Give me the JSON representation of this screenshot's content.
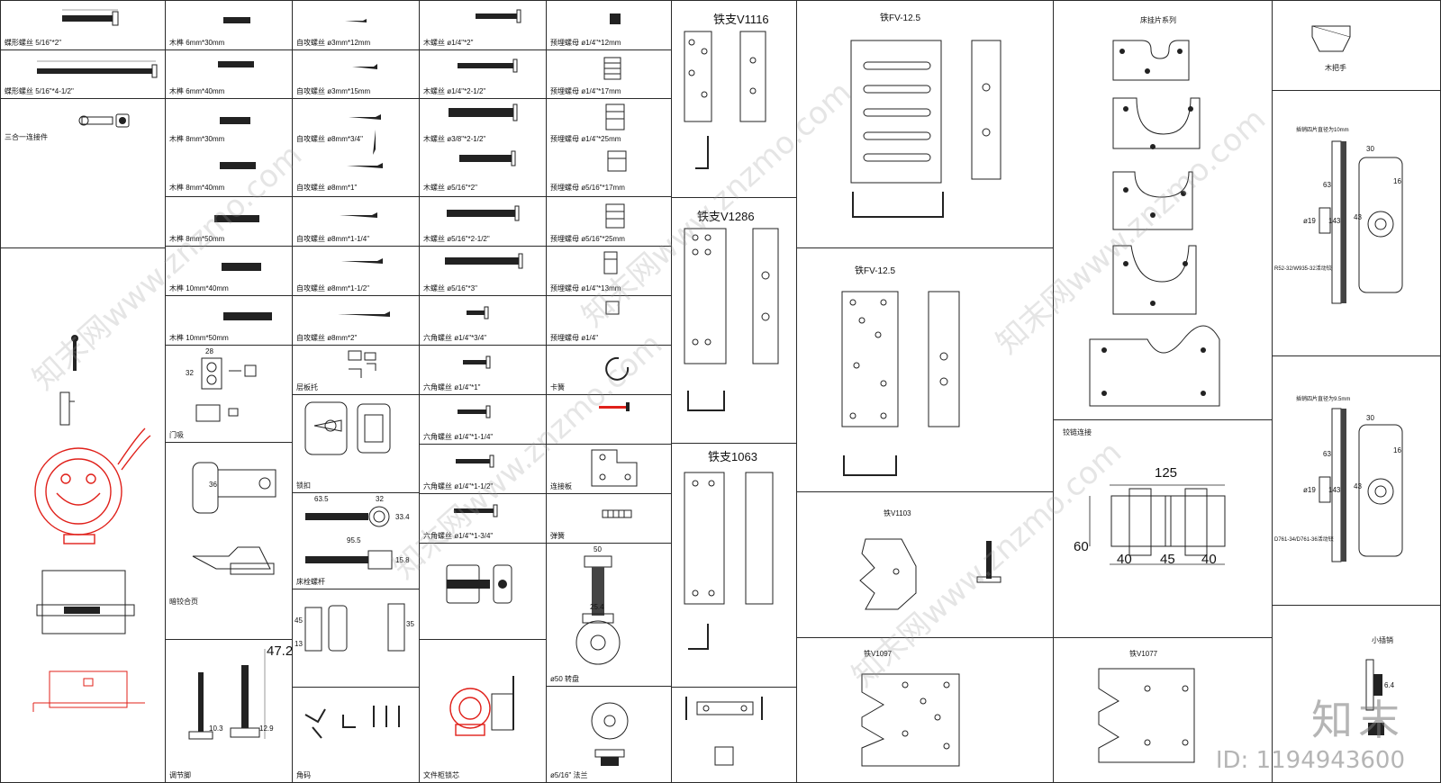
{
  "col1": {
    "screw_a": "蝶形螺丝 5/16\"*2\"",
    "screw_b": "蝶形螺丝 5/16\"*4-1/2\"",
    "connector": "三合一连接件"
  },
  "col2": {
    "dowels": [
      "木榫 6mm*30mm",
      "木榫 6mm*40mm",
      "木榫 8mm*30mm",
      "木榫 8mm*40mm",
      "木榫 8mm*50mm",
      "木榫 10mm*40mm",
      "木榫 10mm*50mm"
    ],
    "catch_label": "门吸",
    "catch_w": "28",
    "catch_h": "32",
    "hinge_a": "36",
    "hinge_label": "暗铰合页",
    "foot_dim": "47.2",
    "foot_h1": "10.3",
    "foot_h2": "12.9",
    "foot_label": "调节脚"
  },
  "col3": {
    "screws": [
      "自攻螺丝 ø3mm*12mm",
      "自攻螺丝 ø3mm*15mm",
      "自攻螺丝 ø8mm*3/4\"",
      "自攻螺丝 ø8mm*1\"",
      "自攻螺丝 ø8mm*1-1/4\"",
      "自攻螺丝 ø8mm*1-1/2\"",
      "自攻螺丝 ø8mm*2\""
    ],
    "hook_label": "层板托",
    "latch_label": "锁扣",
    "bolt_d1": "63.5",
    "bolt_d2": "32",
    "bolt_d3": "33.4",
    "bolt_d4": "95.5",
    "bolt_d5": "15.8",
    "bolt_label": "床栓螺杆",
    "clip_d1": "45",
    "clip_d2": "13",
    "clip_d3": "35",
    "bracket_label": "角码"
  },
  "col4": {
    "screws": [
      "木螺丝 ø1/4\"*2\"",
      "木螺丝 ø1/4\"*2-1/2\"",
      "木螺丝 ø3/8\"*2-1/2\"",
      "木螺丝 ø5/16\"*2\"",
      "木螺丝 ø5/16\"*2-1/2\"",
      "木螺丝 ø5/16\"*3\"",
      "六角螺丝 ø1/4\"*3/4\"",
      "六角螺丝 ø1/4\"*1\"",
      "六角螺丝 ø1/4\"*1-1/4\"",
      "六角螺丝 ø1/4\"*1-1/2\"",
      "六角螺丝 ø1/4\"*1-3/4\""
    ],
    "lock_label": "文件柜锁芯"
  },
  "col5": {
    "inserts": [
      "预埋螺母 ø1/4\"*12mm",
      "预埋螺母 ø1/4\"*17mm",
      "预埋螺母 ø1/4\"*25mm",
      "预埋螺母 ø5/16\"*17mm",
      "预埋螺母 ø5/16\"*25mm",
      "预埋螺母 ø1/4\"*13mm",
      "预埋螺母 ø1/4\""
    ],
    "ring_label": "卡簧",
    "plate_label": "连接板",
    "spring_label": "弹簧",
    "d50": "50",
    "d254": "25.4",
    "d50_label": "ø50 转盘",
    "flange_label": "ø5/16\" 法兰"
  },
  "col6": {
    "t1": "铁支V1116",
    "t2": "铁支V1286",
    "t3": "铁支1063"
  },
  "col7": {
    "t1": "铁FV-12.5",
    "t2": "铁FV-12.5",
    "t3": "铁V1103",
    "t4": "铁V1097"
  },
  "col8": {
    "t1": "床挂片系列",
    "t2": "铰链连接",
    "d125": "125",
    "d60": "60",
    "d40a": "40",
    "d45": "45",
    "d40b": "40",
    "t3": "铁V1077"
  },
  "col9": {
    "t1": "木把手",
    "note1": "插销四片直径为10mm",
    "d30": "30",
    "d16": "16",
    "d63": "63",
    "d19": "ø19",
    "d143": "143",
    "d43": "43",
    "model1": "R52-32/W935-32活动铰",
    "note2": "插销四片直径为9.5mm",
    "model2": "D761-34/D761-36活动铰",
    "t3": "小插销",
    "d64": "6.4"
  },
  "watermark": {
    "site": "知末网www.znzmo.com",
    "brand": "知末",
    "id": "ID: 1194943600"
  }
}
